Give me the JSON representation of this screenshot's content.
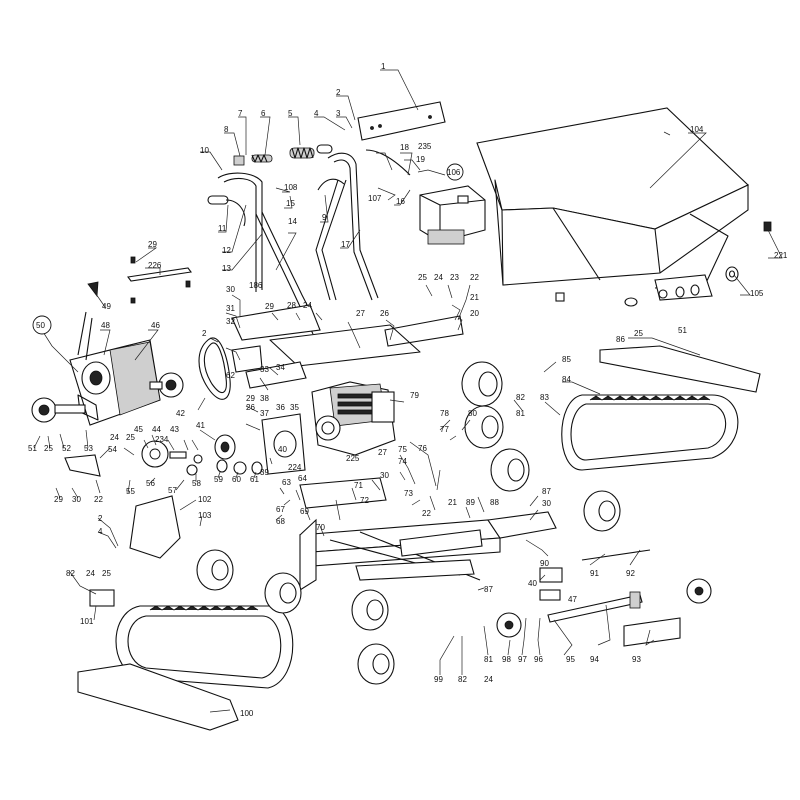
{
  "labels": {
    "p1": "1",
    "p2": "2",
    "p3": "3",
    "p4": "4",
    "p5": "5",
    "p6": "6",
    "p7": "7",
    "p8": "8",
    "p9": "9",
    "p10": "10",
    "p11": "11",
    "p12": "12",
    "p13": "13",
    "p14": "14",
    "p15": "15",
    "p16": "16",
    "p17": "17",
    "p18": "18",
    "p19": "19",
    "p20": "20",
    "p21": "21",
    "p22": "22",
    "p23": "23",
    "p24": "24",
    "p25": "25",
    "p26": "26",
    "p27": "27",
    "p28": "28",
    "p29": "29",
    "p30": "30",
    "p31": "31",
    "p32": "32",
    "p33": "33",
    "p34": "34",
    "p35": "35",
    "p36": "36",
    "p37": "37",
    "p38": "38",
    "p39": "39",
    "p40": "40",
    "p41": "41",
    "p42": "42",
    "p43": "43",
    "p44": "44",
    "p45": "45",
    "p46": "46",
    "p47": "47",
    "p48": "48",
    "p49": "49",
    "p50": "50",
    "p51": "51",
    "p52": "52",
    "p53": "53",
    "p54": "54",
    "p55": "55",
    "p56": "56",
    "p57": "57",
    "p58": "58",
    "p59": "59",
    "p60": "60",
    "p61": "61",
    "p62": "62",
    "p63": "63",
    "p64": "64",
    "p67": "67",
    "p68": "68",
    "p69": "69",
    "p70": "70",
    "p71": "71",
    "p72": "72",
    "p73": "73",
    "p74": "74",
    "p75": "75",
    "p76": "76",
    "p77": "77",
    "p78": "78",
    "p79": "79",
    "p80": "80",
    "p81": "81",
    "p82": "82",
    "p83": "83",
    "p84": "84",
    "p85": "85",
    "p86": "86",
    "p87": "87",
    "p88": "88",
    "p89": "89",
    "p90": "90",
    "p91": "91",
    "p92": "92",
    "p93": "93",
    "p94": "94",
    "p95": "95",
    "p96": "96",
    "p97": "97",
    "p98": "98",
    "p99": "99",
    "p100": "100",
    "p101": "101",
    "p102": "102",
    "p103": "103",
    "p104": "104",
    "p105": "105",
    "p106": "106",
    "p107": "107",
    "p108": "108",
    "p186": "186",
    "p221": "221",
    "p224": "224",
    "p225": "225",
    "p226": "226",
    "p234": "234",
    "p235": "235"
  }
}
